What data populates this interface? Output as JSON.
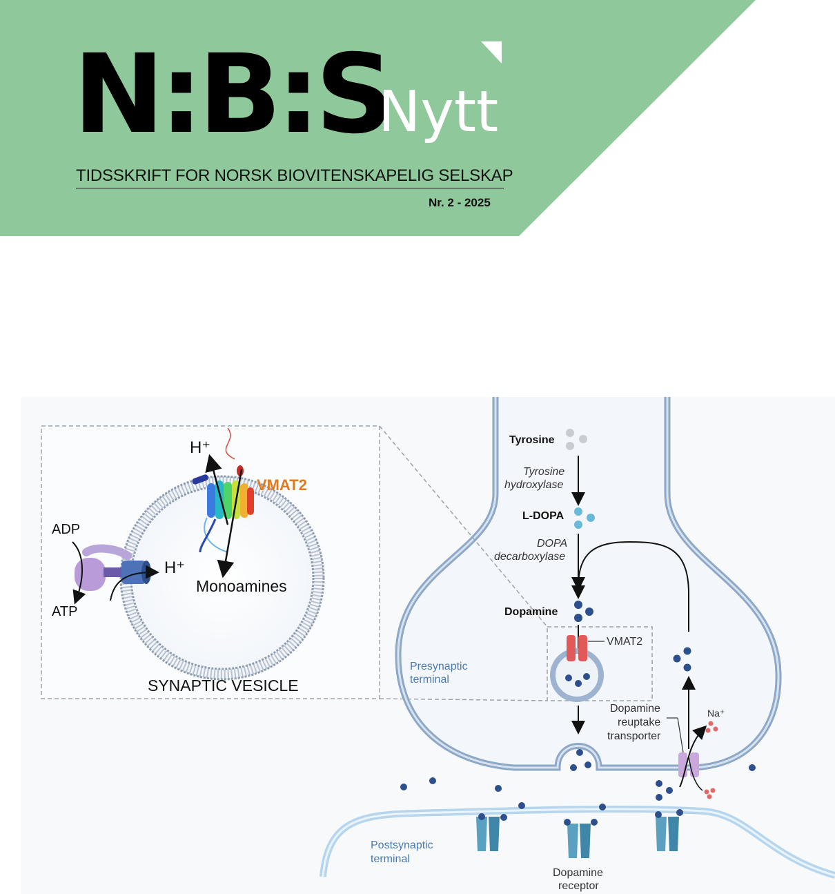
{
  "masthead": {
    "logo": "N:B:S",
    "subtitle": "Nytt",
    "tagline": "TIDSSKRIFT FOR NORSK BIOVITENSKAPELIG SELSKAP",
    "issue": "Nr. 2 - 2025"
  },
  "colors": {
    "banner": "#8fc89a",
    "membrane": "#a9bfd8",
    "membrane_dark": "#7e97b8",
    "dopamine": "#2d4f8c",
    "vmat2_orange": "#e07a1e",
    "transporter": "#c9a8dc",
    "vmat2_red": "#e15a5a"
  },
  "inset": {
    "proton_top": "H⁺",
    "vmat2": "VMAT2",
    "adp": "ADP",
    "atp": "ATP",
    "proton_pump": "H⁺",
    "monoamines": "Monoamines",
    "title": "SYNAPTIC VESICLE"
  },
  "pathway": {
    "tyrosine": "Tyrosine",
    "tyrosine_hydroxylase": [
      "Tyrosine",
      "hydroxylase"
    ],
    "ldopa": "L-DOPA",
    "dopa_decarboxylase": [
      "DOPA",
      "decarboxylase"
    ],
    "dopamine": "Dopamine",
    "vmat2": "VMAT2",
    "presynaptic": [
      "Presynaptic",
      "terminal"
    ],
    "dat": [
      "Dopamine",
      "reuptake",
      "transporter"
    ],
    "sodium": "Na⁺",
    "postsynaptic": [
      "Postsynaptic",
      "terminal"
    ],
    "receptor": [
      "Dopamine",
      "receptor"
    ]
  }
}
